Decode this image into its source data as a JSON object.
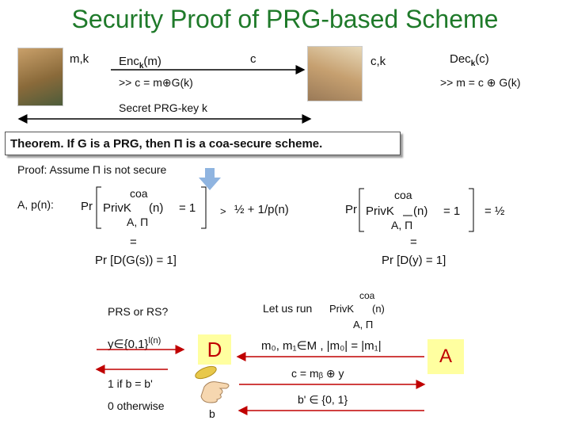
{
  "slide": {
    "title": "Security Proof of PRG-based Scheme"
  },
  "scheme": {
    "sender_input": "m,k",
    "enc_label": "Enc",
    "enc_sub": "k",
    "enc_arg": "(m)",
    "ciphertext_label": "c",
    "receiver_input": "c,k",
    "dec_label": "Dec",
    "dec_sub": "k",
    "dec_arg": "(c)",
    "enc_step": ">> c = m⊕G(k)",
    "dec_step": ">> m = c ⊕ G(k)",
    "shared_key_label": "Secret PRG-key k"
  },
  "theorem": "Theorem. If G is a PRG, then Π is a coa-secure scheme.",
  "proof": {
    "assume": "Proof: Assume Π is not secure",
    "adversary": "A, p(n):",
    "left_pr": "Pr",
    "left_coa": "coa",
    "left_priv": "PrivK",
    "left_n": "(n)",
    "left_eq1": "= 1",
    "left_sub": "A, Π",
    "left_gt": ">",
    "left_bound": "½ + 1/p(n)",
    "left_equals": "=",
    "left_result": "Pr [D(G(s)) = 1]",
    "right_pr": "Pr",
    "right_coa": "coa",
    "right_priv": "PrivK",
    "right_n": "(n)",
    "right_eq1": "= 1",
    "right_sub": "A, Π",
    "right_half": "= ½",
    "right_equals": "=",
    "right_result": "Pr [D(y) = 1]"
  },
  "reduction": {
    "question": "PRS or RS?",
    "y_input": "y∈{0,1}",
    "y_exp": "l(n)",
    "run_label": "Let us run",
    "run_coa": "coa",
    "run_priv": "PrivK",
    "run_n": "(n)",
    "run_sub": "A, Π",
    "messages": "m₀, m₁∈M , |m₀| = |m₁|",
    "challenge": "c = mᵦ ⊕ y",
    "out_one": "1 if b = b'",
    "out_zero": "0 otherwise",
    "guess": "b' ∈ {0, 1}",
    "b_label": "b",
    "distinguisher": "D",
    "adversary_box": "A"
  },
  "colors": {
    "title": "#1f7a2a",
    "accent_red": "#c00000",
    "box_fill": "#ffffa0"
  },
  "icons": [
    "sage-left-image",
    "sage-right-image",
    "down-arrow-icon",
    "coin-icon",
    "pointing-hand-icon"
  ]
}
